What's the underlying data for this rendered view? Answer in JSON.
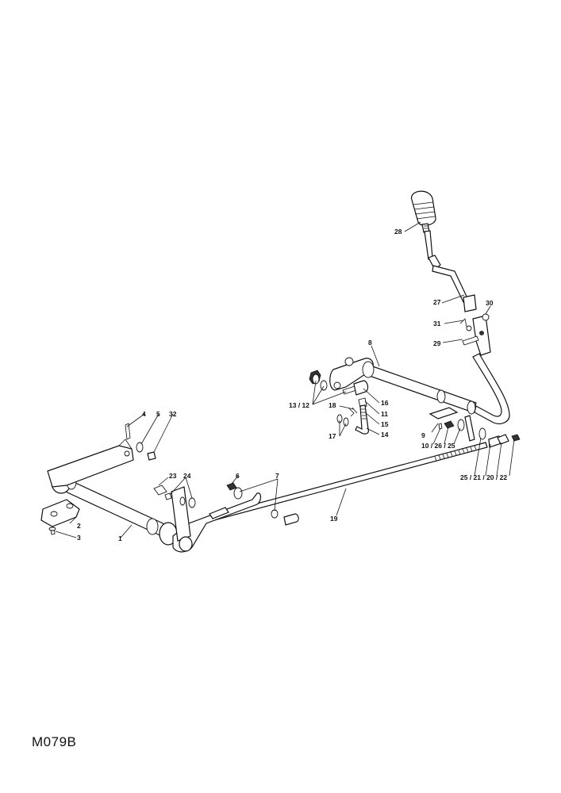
{
  "diagram_code": "M079B",
  "callouts": [
    {
      "id": "28",
      "text": "28"
    },
    {
      "id": "27",
      "text": "27"
    },
    {
      "id": "30",
      "text": "30"
    },
    {
      "id": "31",
      "text": "31"
    },
    {
      "id": "29",
      "text": "29"
    },
    {
      "id": "8",
      "text": "8"
    },
    {
      "id": "13-12",
      "text": "13 / 12"
    },
    {
      "id": "16",
      "text": "16"
    },
    {
      "id": "18",
      "text": "18"
    },
    {
      "id": "11",
      "text": "11"
    },
    {
      "id": "15",
      "text": "15"
    },
    {
      "id": "17",
      "text": "17"
    },
    {
      "id": "14",
      "text": "14"
    },
    {
      "id": "9",
      "text": "9"
    },
    {
      "id": "10-26-25",
      "text": "10 / 26 / 25"
    },
    {
      "id": "25-21-20-22",
      "text": "25 / 21 / 20 / 22"
    },
    {
      "id": "4",
      "text": "4"
    },
    {
      "id": "5",
      "text": "5"
    },
    {
      "id": "32",
      "text": "32"
    },
    {
      "id": "23",
      "text": "23"
    },
    {
      "id": "24",
      "text": "24"
    },
    {
      "id": "6",
      "text": "6"
    },
    {
      "id": "7",
      "text": "7"
    },
    {
      "id": "19",
      "text": "19"
    },
    {
      "id": "2",
      "text": "2"
    },
    {
      "id": "3",
      "text": "3"
    },
    {
      "id": "1",
      "text": "1"
    }
  ]
}
